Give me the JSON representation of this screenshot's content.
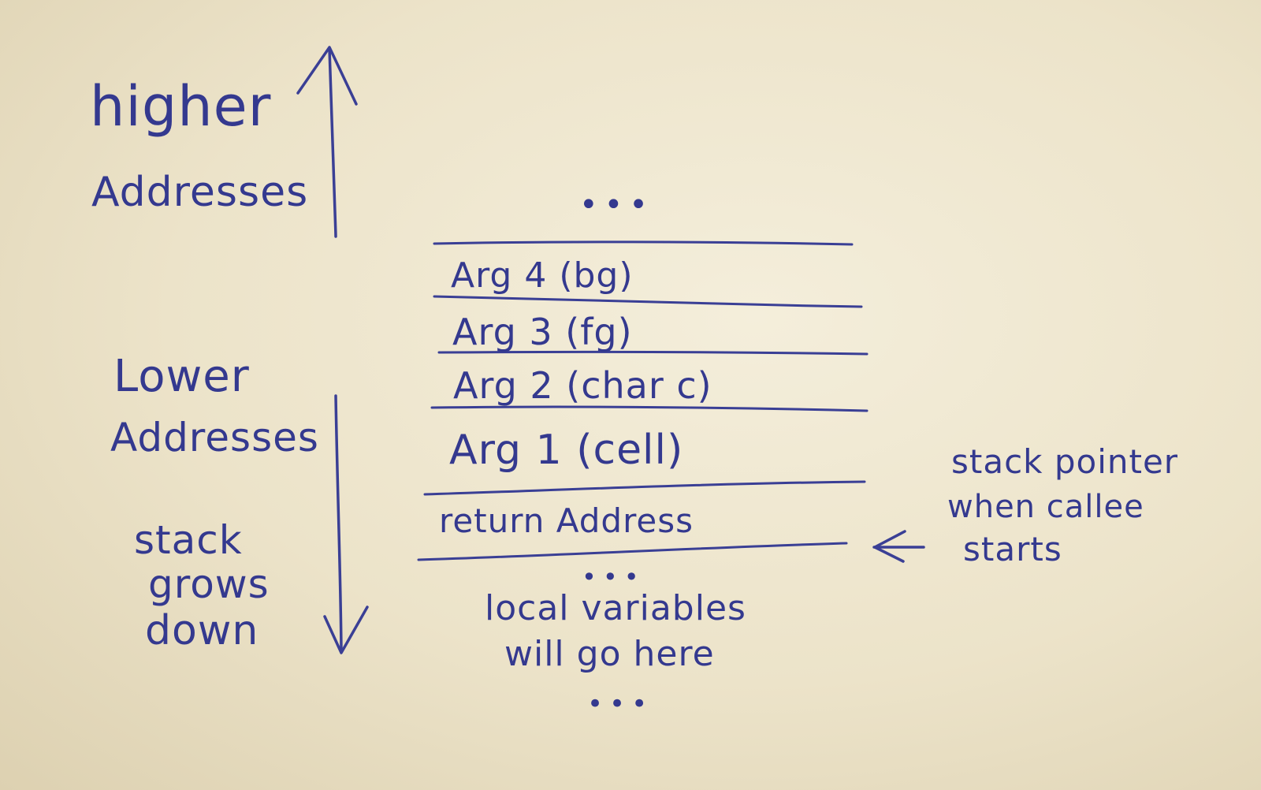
{
  "left_labels": {
    "higher": [
      "higher",
      "Addresses"
    ],
    "lower": [
      "Lower",
      "Addresses"
    ],
    "growth": [
      "stack",
      "grows",
      "down"
    ]
  },
  "stack": {
    "top_ellipsis": "•••",
    "slots": [
      {
        "label": "Arg 4  (bg)"
      },
      {
        "label": "Arg 3  (fg)"
      },
      {
        "label": "Arg 2  (char c)"
      },
      {
        "label": "Arg 1  (cell)"
      },
      {
        "label": "return Address"
      }
    ],
    "below_ellipsis": "•••",
    "local_note": [
      "local variables",
      "will go here"
    ],
    "bottom_ellipsis": "•••"
  },
  "pointer_note": [
    "stack pointer",
    "when callee",
    "starts"
  ],
  "ink_color": "#34398f"
}
